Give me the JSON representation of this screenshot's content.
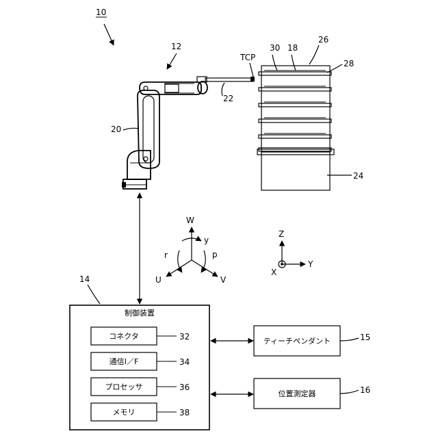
{
  "refs": {
    "system": "10",
    "robot": "12",
    "controller": "14",
    "teach_pendant": "15",
    "position_sensor": "16",
    "tool": "22",
    "rack_base": "24",
    "rack": "26",
    "shelf": "28",
    "slot": "30",
    "workpiece": "18",
    "arm": "20",
    "connector": "32",
    "comm_if": "34",
    "processor": "36",
    "memory": "38"
  },
  "labels": {
    "tcp": "TCP",
    "controller_title": "制御装置",
    "connector": "コネクタ",
    "comm_if": "通信I／F",
    "processor": "プロセッサ",
    "memory": "メモリ",
    "teach_pendant": "ティーチペンダント",
    "position_sensor": "位置測定器"
  },
  "axes": {
    "w": "W",
    "y_rot": "y",
    "r": "r",
    "p": "p",
    "u": "U",
    "v": "V",
    "z": "Z",
    "x": "X",
    "y": "Y"
  }
}
